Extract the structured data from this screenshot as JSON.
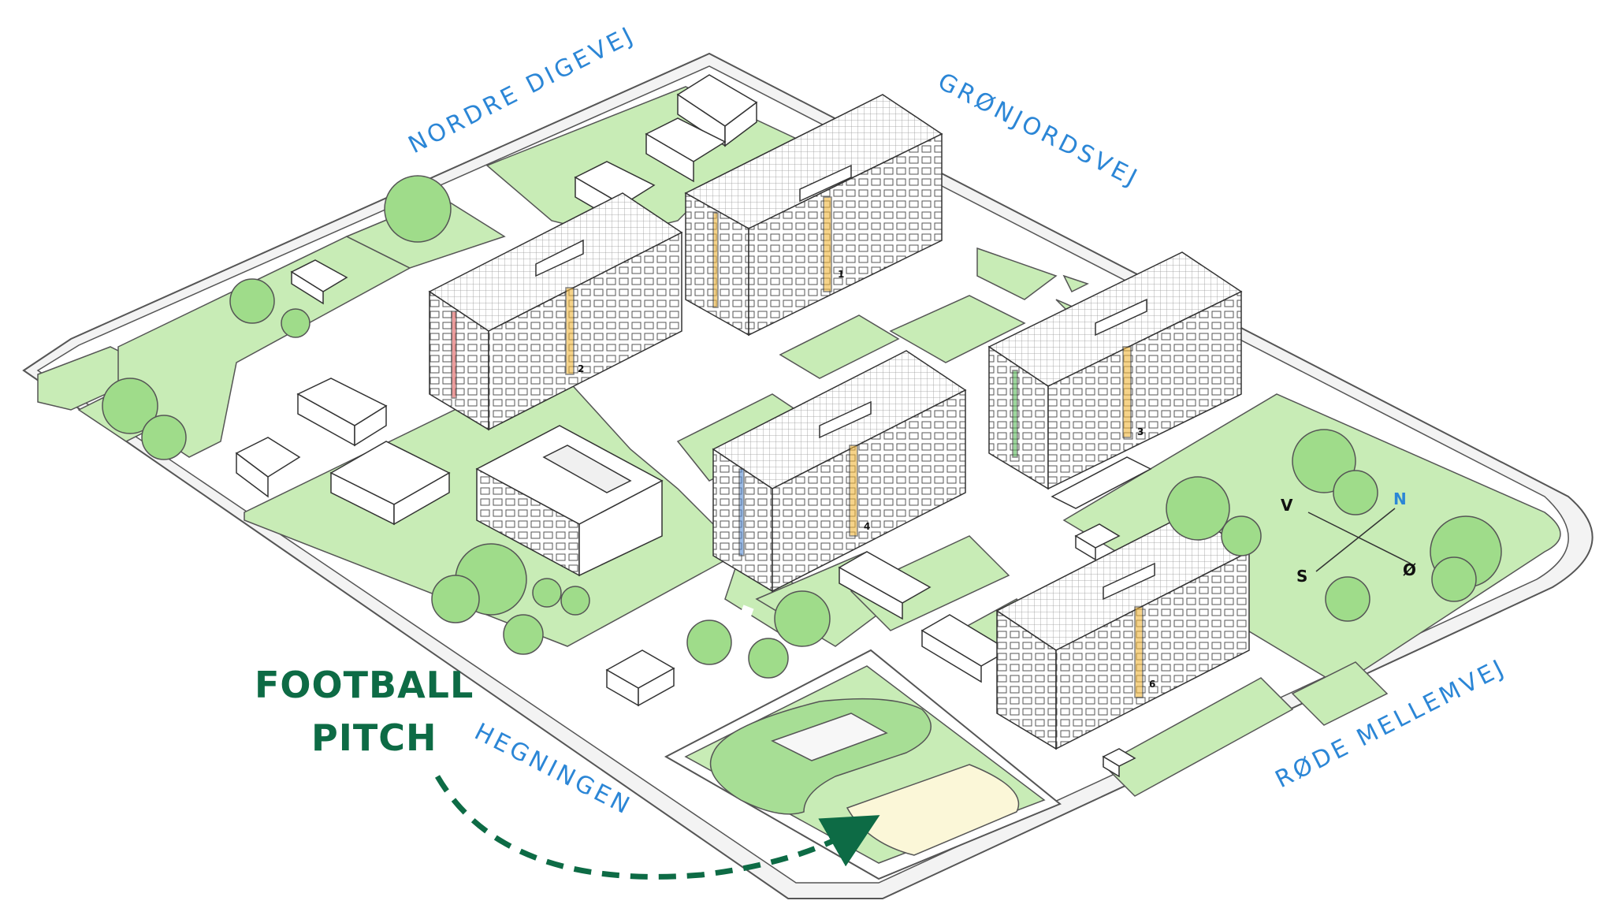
{
  "streets": {
    "north": "NORDRE DIGEVEJ",
    "east": "GRØNJORDSVEJ",
    "south_west": "HEGNINGEN",
    "south_east": "RØDE MELLEMVEJ"
  },
  "callout": {
    "line1": "FOOTBALL",
    "line2": "PITCH",
    "color": "#0d6b45"
  },
  "compass": {
    "north": "N",
    "south": "S",
    "east": "Ø",
    "west": "V",
    "north_color": "#2b86d6"
  },
  "buildings": [
    {
      "number": "1",
      "icon": "apartment-block-icon"
    },
    {
      "number": "2",
      "icon": "apartment-block-icon"
    },
    {
      "number": "3",
      "icon": "apartment-block-icon"
    },
    {
      "number": "4",
      "icon": "apartment-block-icon"
    },
    {
      "number": "6",
      "icon": "apartment-block-icon"
    }
  ],
  "colors": {
    "grass": "#c8ecb6",
    "grass_dark": "#a7de95",
    "tree": "#9fdc8a",
    "pitch": "#fbf7d8",
    "street_label": "#2b86d6",
    "stair_yellow": "#f1b63c",
    "stair_red": "#e05c5c",
    "stair_blue": "#5a8ed6",
    "stair_green": "#5bbb5b"
  }
}
